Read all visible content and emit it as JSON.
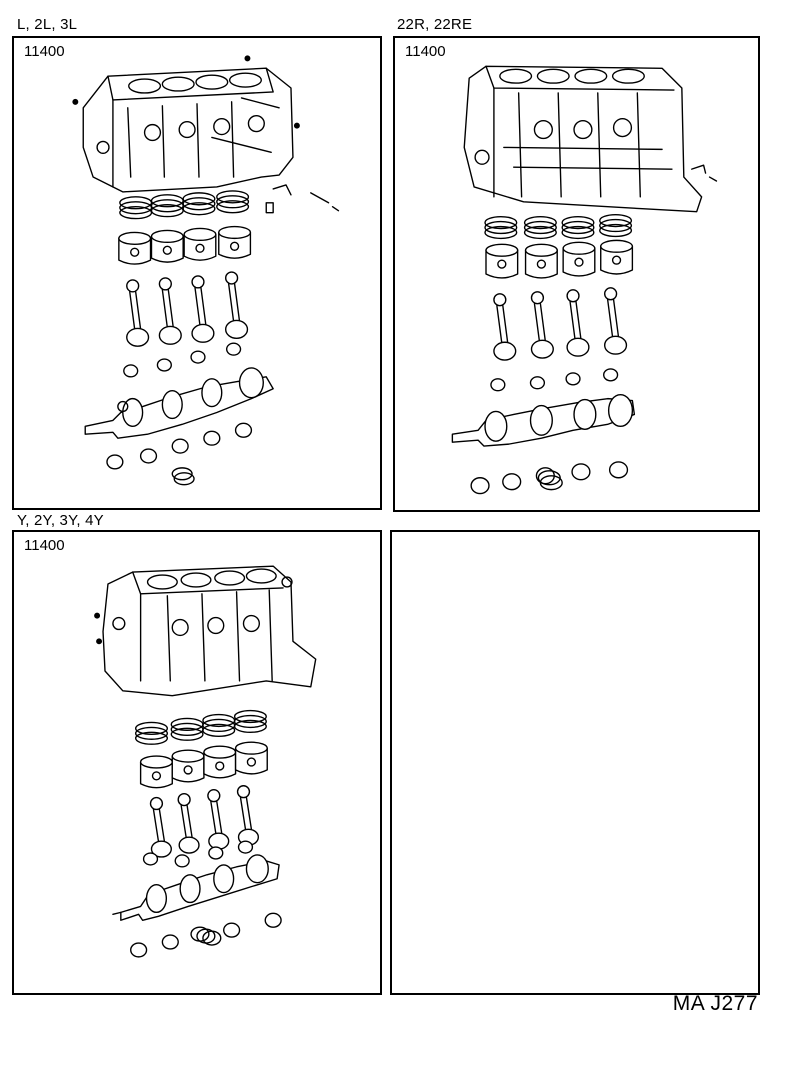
{
  "panels": [
    {
      "engines": "L, 2L, 3L",
      "part_number": "11400"
    },
    {
      "engines": "22R, 22RE",
      "part_number": "11400"
    },
    {
      "engines": "Y, 2Y, 3Y, 4Y",
      "part_number": "11400"
    },
    {
      "engines": "",
      "part_number": ""
    }
  ],
  "reference_code": "MA J277",
  "icons": [
    "engine-block",
    "piston-ring-set",
    "piston",
    "connecting-rod",
    "rod-bearing",
    "crankshaft",
    "main-bearing",
    "thrust-washer"
  ],
  "colors": {
    "line": "#000000",
    "background": "#ffffff"
  }
}
